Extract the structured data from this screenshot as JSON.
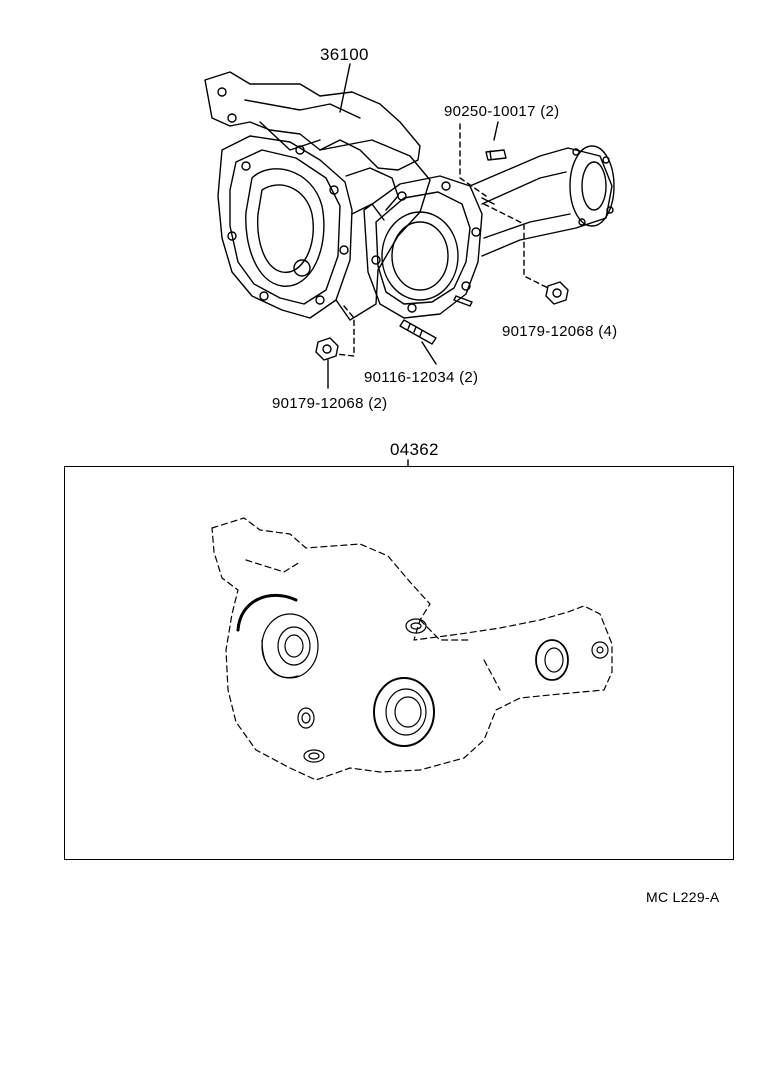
{
  "assembly": {
    "part_number": "36100"
  },
  "callouts": {
    "top_pin": {
      "part_number": "90250-10017",
      "qty": "(2)"
    },
    "right_nut": {
      "part_number": "90179-12068",
      "qty": "(4)"
    },
    "stud": {
      "part_number": "90116-12034",
      "qty": "(2)"
    },
    "left_nut": {
      "part_number": "90179-12068",
      "qty": "(2)"
    }
  },
  "kit": {
    "part_number": "04362"
  },
  "reference_code": "MC L229-A"
}
